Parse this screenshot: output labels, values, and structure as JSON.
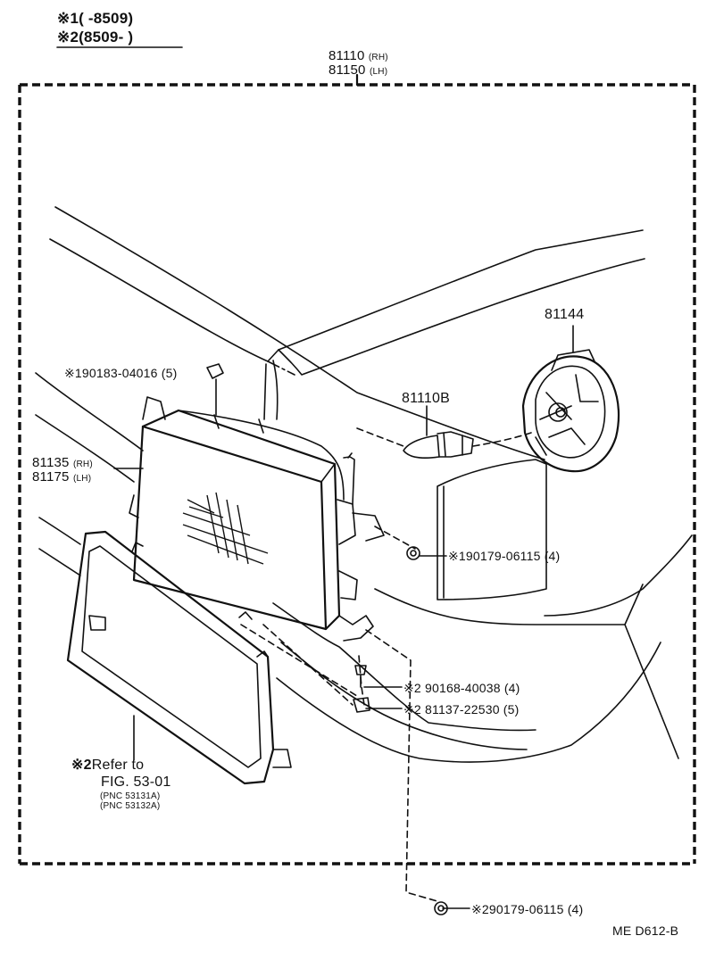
{
  "legend": {
    "note1": "※1(        -8509)",
    "note2": "※2(8509-        )"
  },
  "assembly": {
    "pn_rh": "81110",
    "tag_rh": "(RH)",
    "pn_lh": "81150",
    "tag_lh": "(LH)"
  },
  "parts": {
    "clip_top": "※190183-04016 (5)",
    "unit_rh": "81135",
    "unit_rh_tag": "(RH)",
    "unit_lh": "81175",
    "unit_lh_tag": "(LH)",
    "bulb": "81110B",
    "cover": "81144",
    "nut_mid": "※190179-06115 (4)",
    "screw": "※2 90168-40038 (4)",
    "bracket": "※2 81137-22530 (5)",
    "nut_bottom": "※290179-06115 (4)"
  },
  "refer": {
    "prefix": "※2",
    "text": "Refer to",
    "fig": "FIG. 53-01",
    "pnc1": "(PNC 53131A)",
    "pnc2": "(PNC 53132A)"
  },
  "footer": {
    "code": "ME  D612-B"
  }
}
